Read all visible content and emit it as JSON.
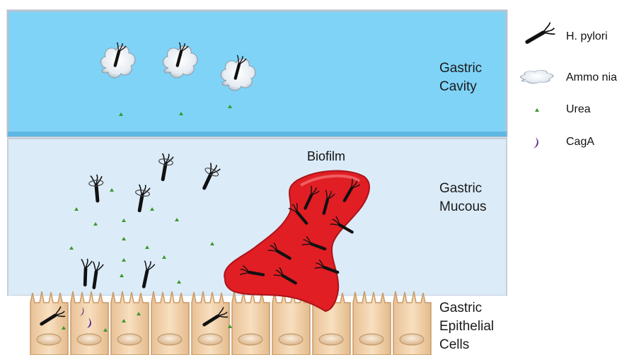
{
  "regions": {
    "cavity": {
      "line1": "Gastric",
      "line2": "Cavity"
    },
    "mucous": {
      "line1": "Gastric",
      "line2": "Mucous"
    },
    "epithelial": {
      "line1": "Gastric",
      "line2": "Epithelial",
      "line3": "Cells"
    }
  },
  "biofilm": {
    "label": "Biofilm"
  },
  "legend": {
    "items": [
      {
        "label": "H. pylori",
        "icon": "h-pylori-icon"
      },
      {
        "label": "Ammo nia",
        "icon": "ammonia-icon"
      },
      {
        "label": "Urea",
        "icon": "urea-icon"
      },
      {
        "label": "CagA",
        "icon": "caga-icon"
      }
    ]
  },
  "colors": {
    "cavity": "#7fd3f7",
    "mucous": "#dcebf8",
    "epithelial_cell": "#f4d6b0",
    "biofilm": "#e01e24",
    "urea": "#3a9a2a",
    "caga": "#5b2d8c",
    "bacterium": "#111111"
  }
}
